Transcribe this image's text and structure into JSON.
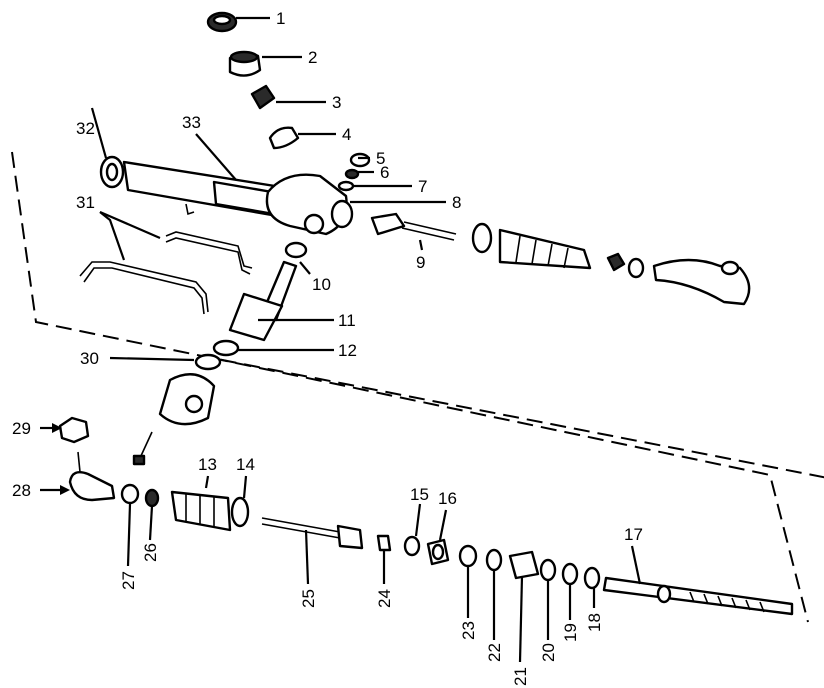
{
  "diagram": {
    "parts": [
      {
        "id": "1",
        "label": "1"
      },
      {
        "id": "2",
        "label": "2"
      },
      {
        "id": "3",
        "label": "3"
      },
      {
        "id": "4",
        "label": "4"
      },
      {
        "id": "5",
        "label": "5"
      },
      {
        "id": "6",
        "label": "6"
      },
      {
        "id": "7",
        "label": "7"
      },
      {
        "id": "8",
        "label": "8"
      },
      {
        "id": "9",
        "label": "9"
      },
      {
        "id": "10",
        "label": "10"
      },
      {
        "id": "11",
        "label": "11"
      },
      {
        "id": "12",
        "label": "12"
      },
      {
        "id": "13",
        "label": "13"
      },
      {
        "id": "14",
        "label": "14"
      },
      {
        "id": "15",
        "label": "15"
      },
      {
        "id": "16",
        "label": "16"
      },
      {
        "id": "17",
        "label": "17"
      },
      {
        "id": "18",
        "label": "18"
      },
      {
        "id": "19",
        "label": "19"
      },
      {
        "id": "20",
        "label": "20"
      },
      {
        "id": "21",
        "label": "21"
      },
      {
        "id": "22",
        "label": "22"
      },
      {
        "id": "23",
        "label": "23"
      },
      {
        "id": "24",
        "label": "24"
      },
      {
        "id": "25",
        "label": "25"
      },
      {
        "id": "26",
        "label": "26"
      },
      {
        "id": "27",
        "label": "27"
      },
      {
        "id": "28",
        "label": "28"
      },
      {
        "id": "29",
        "label": "29"
      },
      {
        "id": "30",
        "label": "30"
      },
      {
        "id": "31",
        "label": "31"
      },
      {
        "id": "32",
        "label": "32"
      },
      {
        "id": "33",
        "label": "33"
      }
    ]
  }
}
